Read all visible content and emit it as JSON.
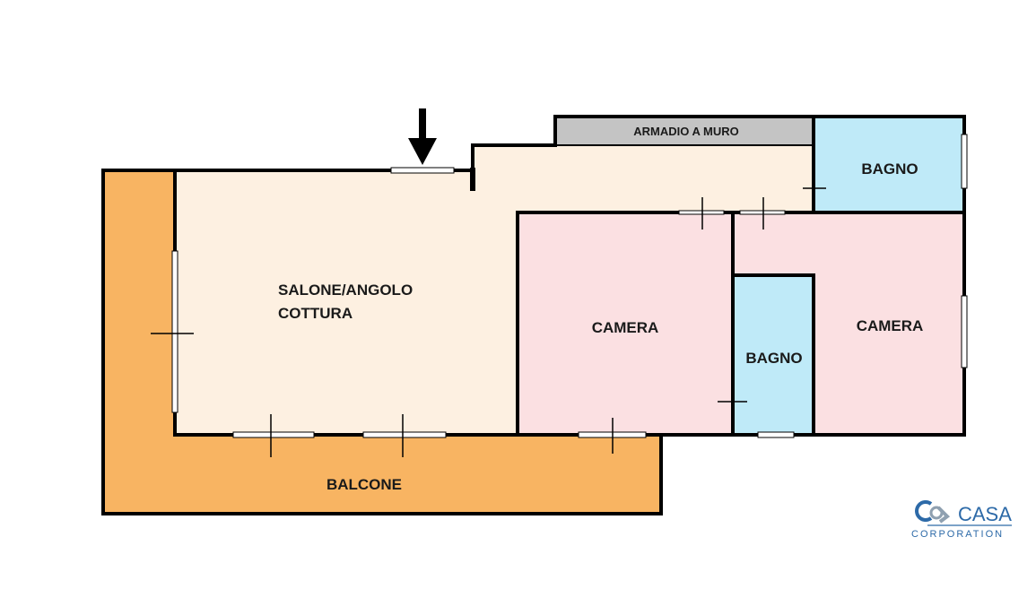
{
  "colors": {
    "living": "#fdf0e1",
    "corridor": "#fdf0e1",
    "bedroom": "#fbe0e2",
    "bathroom": "#bfeaf8",
    "balcony": "#f8b462",
    "wardrobe": "#c4c4c4",
    "wall": "#000000",
    "window": "#ffffff",
    "logo_blue": "#2d6aa8",
    "logo_gray": "#8fa0b0"
  },
  "rooms": {
    "wardrobe": "ARMADIO A MURO",
    "bathroom_top": "BAGNO",
    "living_line1": "SALONE/ANGOLO",
    "living_line2": "COTTURA",
    "bedroom_center": "CAMERA",
    "bathroom_small": "BAGNO",
    "bedroom_right": "CAMERA",
    "balcony": "BALCONE"
  },
  "entrance_icon": "down-arrow-icon",
  "logo": {
    "brand": "CASA",
    "sub": "CORPORATION"
  }
}
